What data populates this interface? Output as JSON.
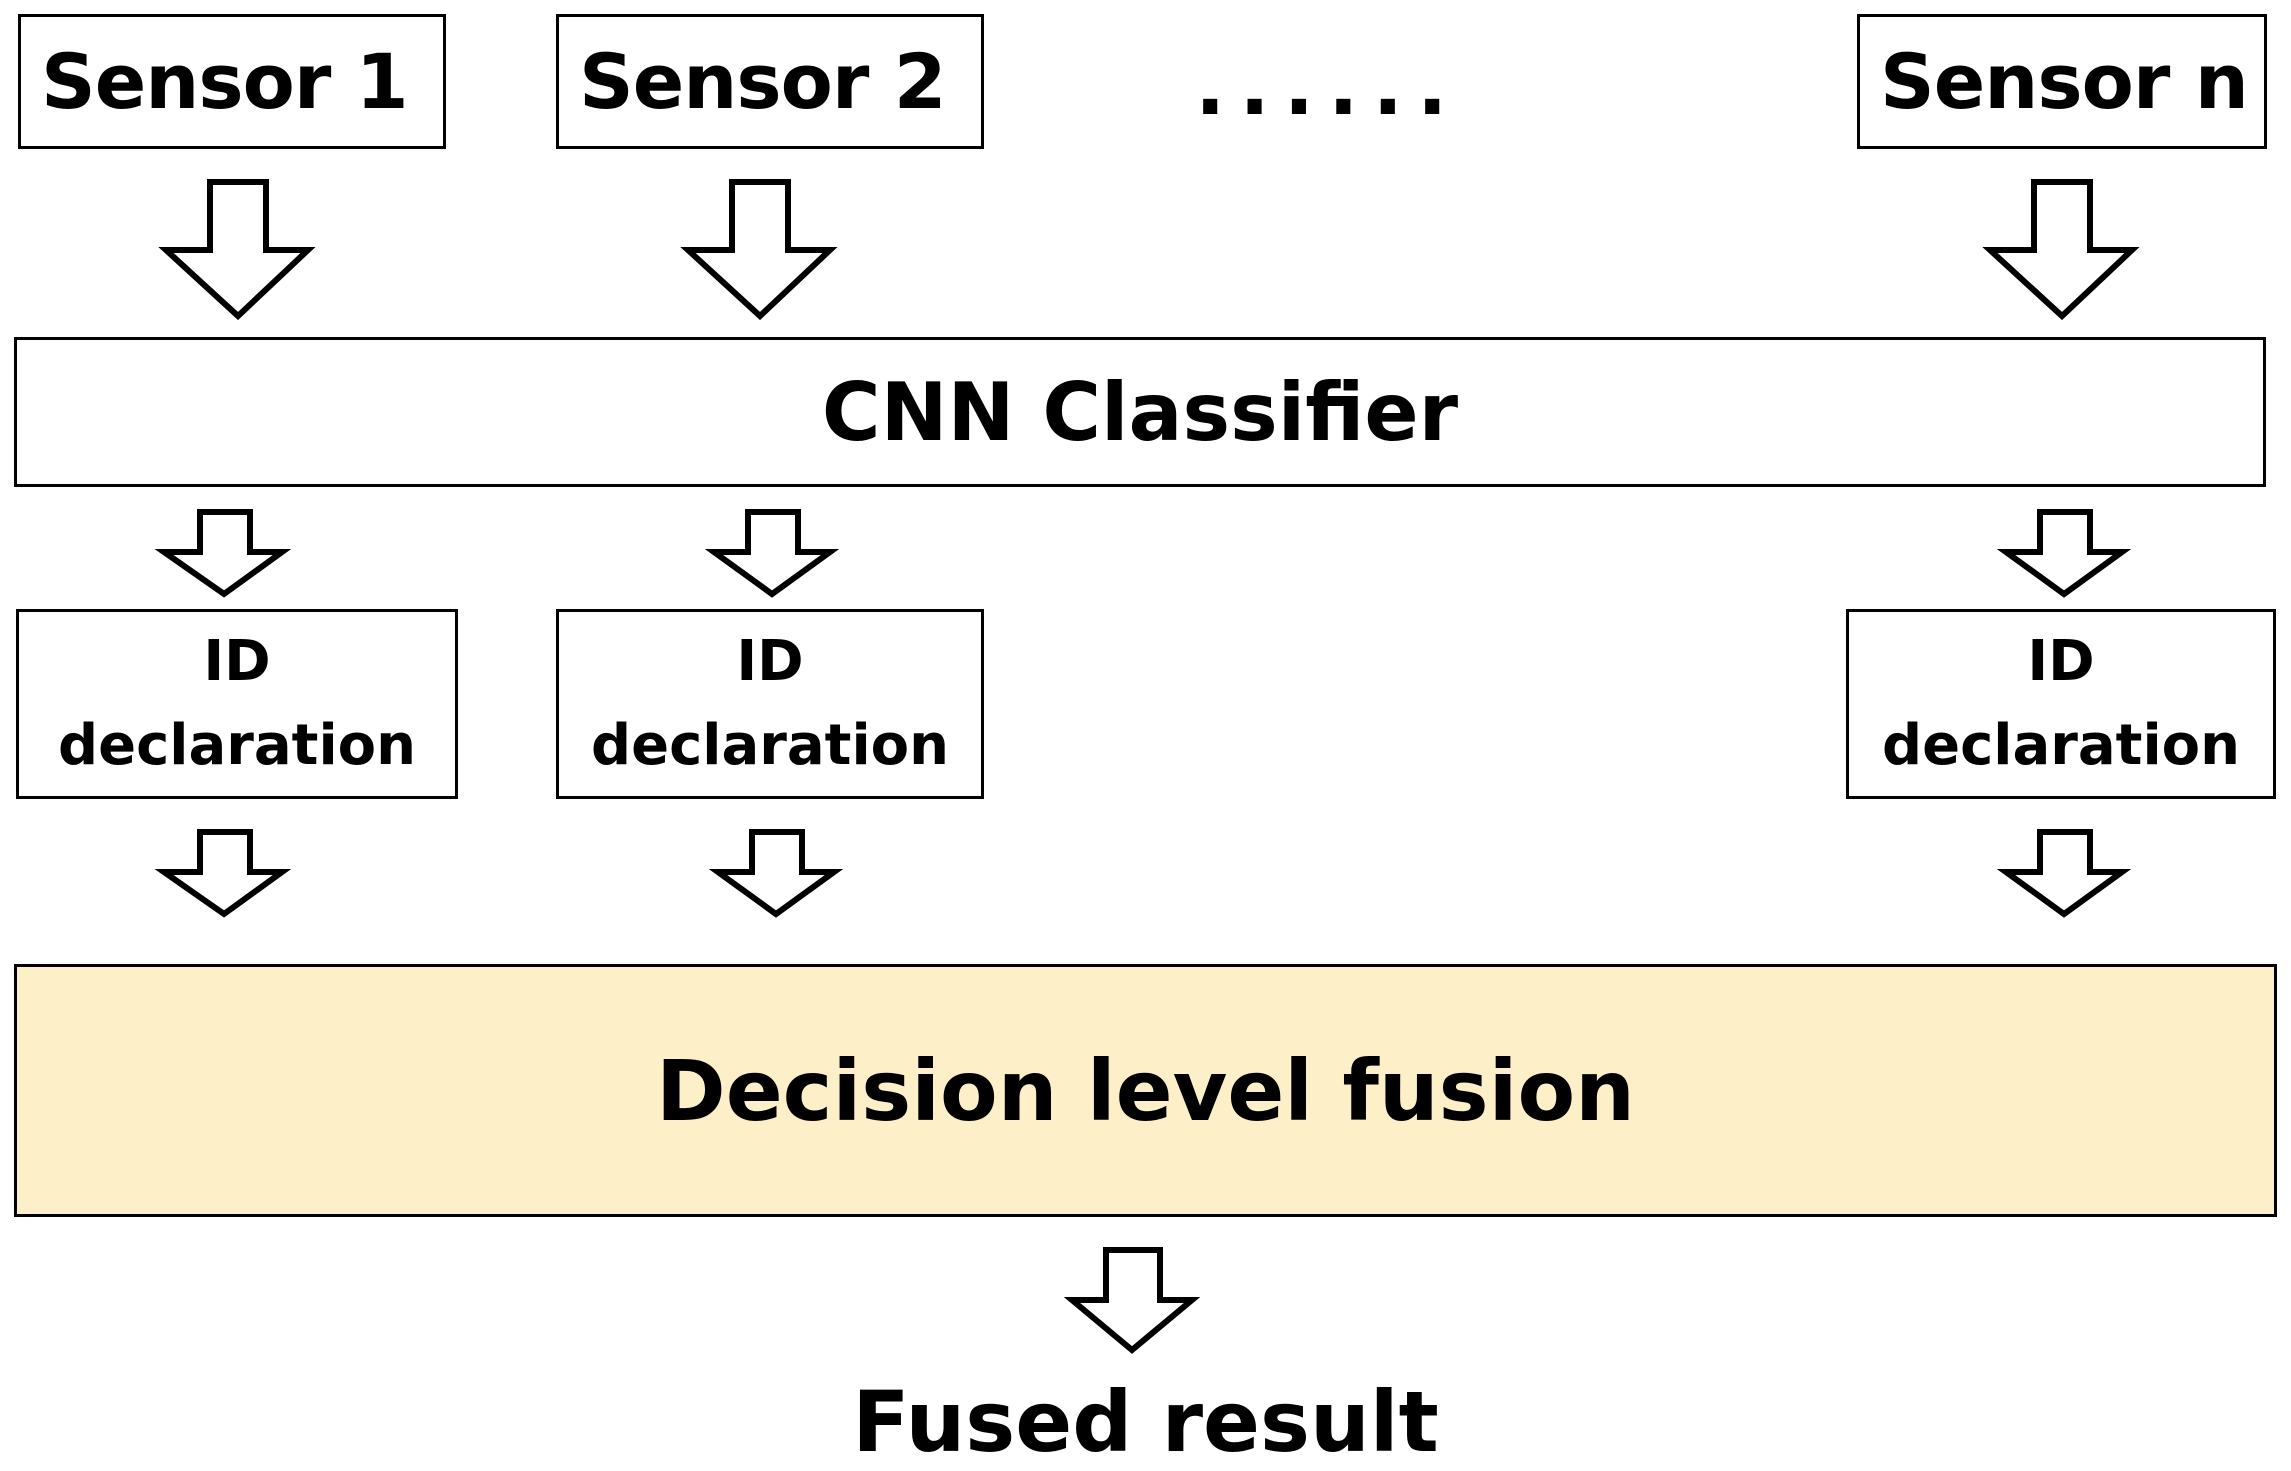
{
  "sensors": [
    {
      "label": "Sensor 1"
    },
    {
      "label": "Sensor 2"
    },
    {
      "label": "Sensor n"
    }
  ],
  "ellipsis": "......",
  "classifier": {
    "label": "CNN Classifier"
  },
  "id_boxes": [
    {
      "line1": "ID",
      "line2": "declaration"
    },
    {
      "line1": "ID",
      "line2": "declaration"
    },
    {
      "line1": "ID",
      "line2": "declaration"
    }
  ],
  "fusion": {
    "label": "Decision level fusion",
    "fill": "#fdf0c9"
  },
  "result": {
    "label": "Fused result"
  }
}
